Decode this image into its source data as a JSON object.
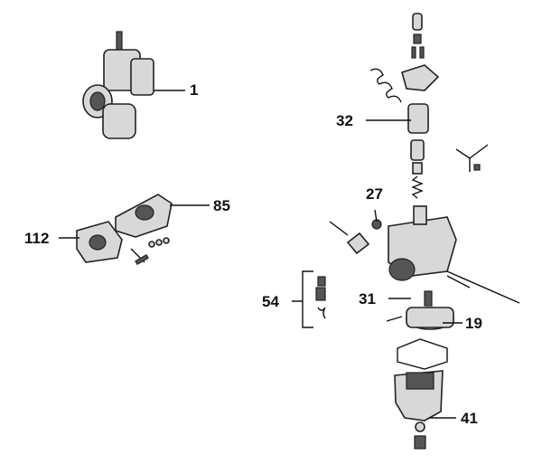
{
  "diagram": {
    "callouts": [
      {
        "id": "1",
        "label": "1"
      },
      {
        "id": "32",
        "label": "32"
      },
      {
        "id": "27",
        "label": "27"
      },
      {
        "id": "85",
        "label": "85"
      },
      {
        "id": "112",
        "label": "112"
      },
      {
        "id": "54",
        "label": "54"
      },
      {
        "id": "31",
        "label": "31"
      },
      {
        "id": "19",
        "label": "19"
      },
      {
        "id": "41",
        "label": "41"
      }
    ]
  }
}
